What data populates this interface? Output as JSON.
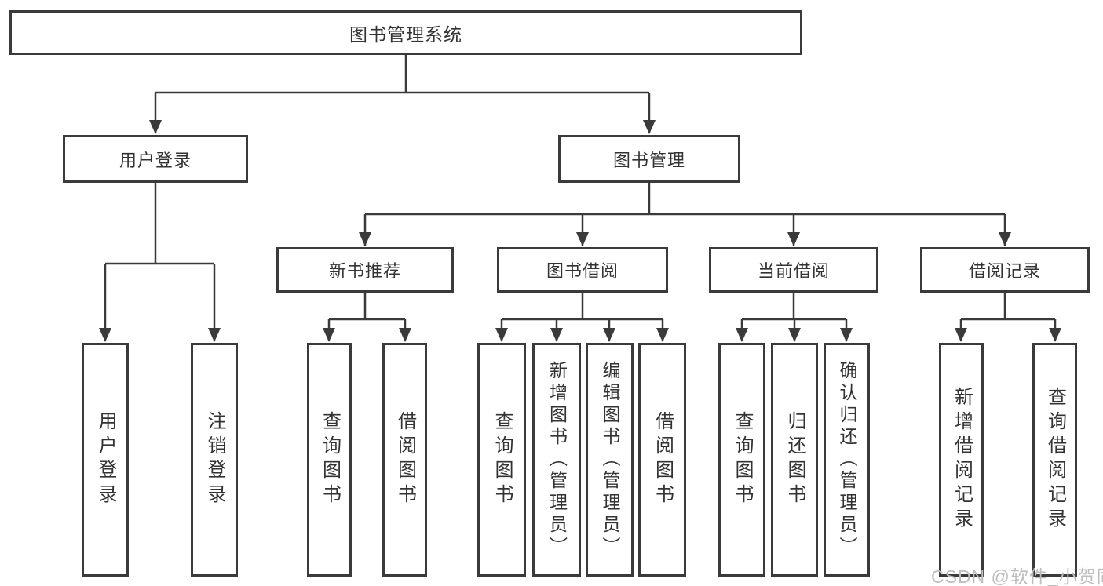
{
  "tree": {
    "root": {
      "label": "图书管理系统",
      "children": [
        {
          "label": "用户登录",
          "children": [
            {
              "label": "用户登录"
            },
            {
              "label": "注销登录"
            }
          ]
        },
        {
          "label": "图书管理",
          "children": [
            {
              "label": "新书推荐",
              "children": [
                {
                  "label": "查询图书"
                },
                {
                  "label": "借阅图书"
                }
              ]
            },
            {
              "label": "图书借阅",
              "children": [
                {
                  "label": "查询图书"
                },
                {
                  "label": "新增图书（管理员）"
                },
                {
                  "label": "编辑图书（管理员）"
                },
                {
                  "label": "借阅图书"
                }
              ]
            },
            {
              "label": "当前借阅",
              "children": [
                {
                  "label": "查询图书"
                },
                {
                  "label": "归还图书"
                },
                {
                  "label": "确认归还（管理员）"
                }
              ]
            },
            {
              "label": "借阅记录",
              "children": [
                {
                  "label": "新增借阅记录"
                },
                {
                  "label": "查询借阅记录"
                }
              ]
            }
          ]
        }
      ]
    }
  },
  "watermark": {
    "text": "CSDN @软件_小贺同学"
  },
  "colors": {
    "line": "#3a3a3a",
    "box_border": "#3a3a3a",
    "text": "#333333",
    "background": "#ffffff",
    "watermark": "#bdbdbd"
  }
}
